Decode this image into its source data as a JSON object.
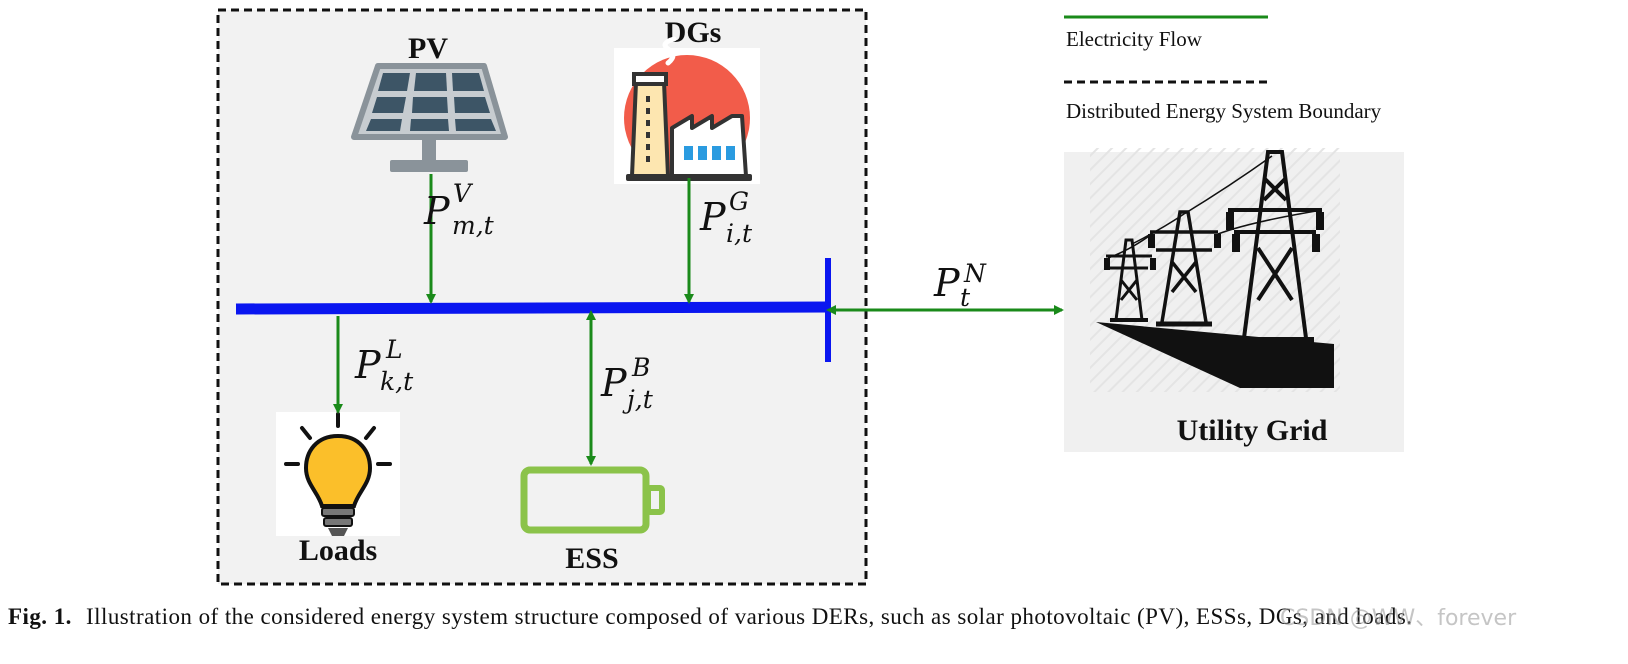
{
  "nodes": {
    "pv": "PV",
    "dgs": "DGs",
    "loads": "Loads",
    "ess": "ESS",
    "grid": "Utility Grid"
  },
  "flows": {
    "pv": {
      "base": "P",
      "sup": "V",
      "sub": "m,t"
    },
    "dg": {
      "base": "P",
      "sup": "G",
      "sub": "i,t"
    },
    "load": {
      "base": "P",
      "sup": "L",
      "sub": "k,t"
    },
    "ess": {
      "base": "P",
      "sup": "B",
      "sub": "j,t"
    },
    "grid": {
      "base": "P",
      "sup": "N",
      "sub": "t"
    }
  },
  "legend": {
    "electricity_flow": "Electricity Flow",
    "boundary": "Distributed Energy System Boundary"
  },
  "caption": {
    "prefix": "Fig. 1.",
    "text": "Illustration of the considered energy system structure composed of various DERs, such as solar photovoltaic (PV), ESSs, DGs, and loads."
  },
  "watermark": "CSDN @WW、forever",
  "colors": {
    "bus": "#0a16f0",
    "flow": "#1a8a1a",
    "boundary": "#111111",
    "system_bg": "#f2f2f2",
    "battery": "#8bc34a",
    "bulb": "#fbbf2a",
    "dg_circle": "#f25c4a"
  },
  "icons": [
    "solar-panel-icon",
    "factory-icon",
    "lightbulb-icon",
    "battery-icon",
    "transmission-tower-icon"
  ]
}
